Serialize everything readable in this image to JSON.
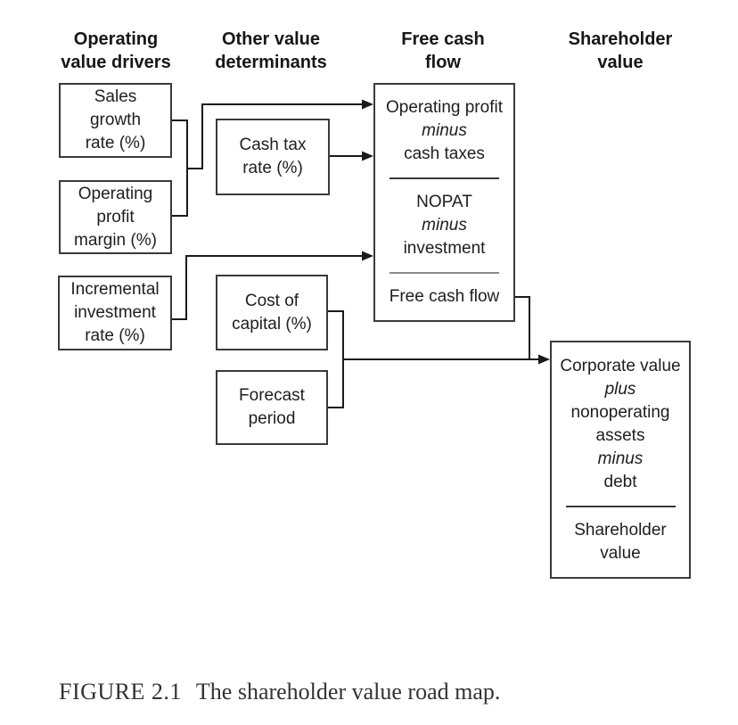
{
  "figure": {
    "headers": [
      {
        "lines": [
          "Operating",
          "value drivers"
        ]
      },
      {
        "lines": [
          "Other value",
          "determinants"
        ]
      },
      {
        "lines": [
          "Free cash",
          "flow"
        ]
      },
      {
        "lines": [
          "Shareholder",
          "value"
        ]
      }
    ],
    "driver_boxes": [
      {
        "id": "sales-growth-rate",
        "lines": [
          "Sales",
          "growth",
          "rate (%)"
        ]
      },
      {
        "id": "operating-profit-margin",
        "lines": [
          "Operating",
          "profit",
          "margin (%)"
        ]
      },
      {
        "id": "incremental-investment-rate",
        "lines": [
          "Incremental",
          "investment",
          "rate (%)"
        ]
      },
      {
        "id": "cash-tax-rate",
        "lines": [
          "Cash tax",
          "rate (%)"
        ]
      },
      {
        "id": "cost-of-capital",
        "lines": [
          "Cost of",
          "capital (%)"
        ]
      },
      {
        "id": "forecast-period",
        "lines": [
          "Forecast",
          "period"
        ]
      }
    ],
    "free_cash_flow_box": {
      "top": [
        "Operating profit",
        "minus",
        "cash taxes"
      ],
      "middle": [
        "NOPAT",
        "minus",
        "investment"
      ],
      "bottom": [
        "Free cash flow"
      ]
    },
    "shareholder_box": {
      "top": [
        "Corporate value",
        "plus",
        "nonoperating",
        "assets",
        "minus",
        "debt"
      ],
      "bottom": [
        "Shareholder",
        "value"
      ]
    },
    "colors": {
      "box_border": "#3a3a3a",
      "connector": "#1a1a1a",
      "text": "#1e1e1e",
      "divider_dark": "#3a3a3a",
      "divider_light": "#8a8a8a",
      "caption_text": "#333333",
      "background": "#ffffff"
    }
  },
  "caption": {
    "label": "FIGURE 2.1",
    "text": "The shareholder value road map."
  }
}
